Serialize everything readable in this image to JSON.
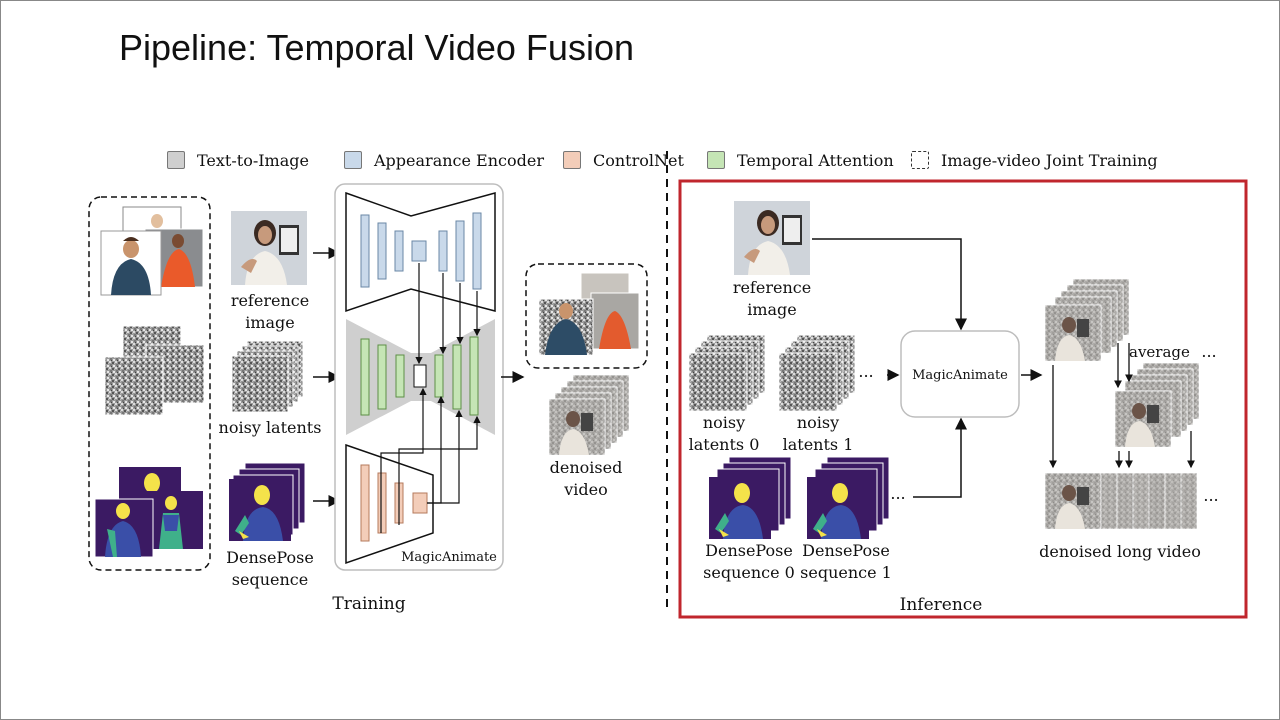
{
  "slide": {
    "title": "Pipeline: Temporal Video Fusion"
  },
  "legend": [
    {
      "label": "Text-to-Image",
      "color": "#cfcfcf",
      "dashed": false
    },
    {
      "label": "Appearance Encoder",
      "color": "#c9d9ea",
      "dashed": false
    },
    {
      "label": "ControlNet",
      "color": "#f3cdb9",
      "dashed": false
    },
    {
      "label": "Temporal Attention",
      "color": "#c5e5b5",
      "dashed": false
    },
    {
      "label": "Image-video Joint Training",
      "color": "#ffffff",
      "dashed": true
    }
  ],
  "training": {
    "reference_image": "reference\nimage",
    "noisy_latents": "noisy latents",
    "densepose_sequence": "DensePose\nsequence",
    "module_name": "MagicAnimate",
    "denoised_video": "denoised\nvideo",
    "section_label": "Training"
  },
  "inference": {
    "reference_image": "reference\nimage",
    "noisy_latents_0": "noisy\nlatents 0",
    "noisy_latents_1": "noisy\nlatents 1",
    "densepose_0": "DensePose\nsequence 0",
    "densepose_1": "DensePose\nsequence 1",
    "module_name": "MagicAnimate",
    "average": "average",
    "ellipsis": "...",
    "denoised_long_video": "denoised long video",
    "section_label": "Inference"
  },
  "colors": {
    "highlight_border": "#c0262d",
    "text_to_image": "#cfcfcf",
    "appearance_encoder": "#c9d9ea",
    "controlnet": "#f3cdb9",
    "temporal_attention": "#c5e5b5",
    "densepose_bg": "#3b1a63",
    "densepose_body": "#3a4fa8",
    "densepose_head": "#f4e24a",
    "densepose_limb": "#3fb08a"
  }
}
